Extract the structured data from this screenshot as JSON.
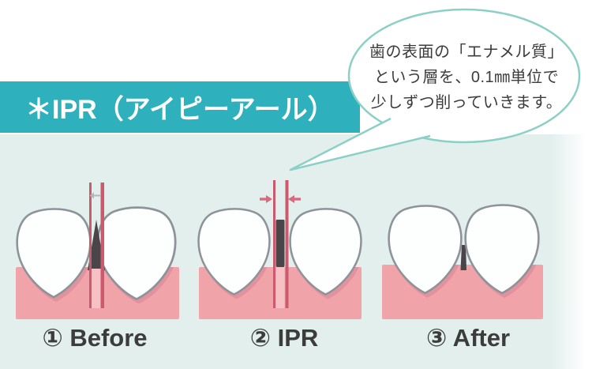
{
  "header": {
    "title": "＊IPR（アイピーアール）"
  },
  "speech_bubble": {
    "lines": [
      "歯の表面の「エナメル質」",
      "という層を、0.1㎜単位で",
      "少しずつ削っていきます。"
    ]
  },
  "panels": [
    {
      "id": "before",
      "label": "① Before"
    },
    {
      "id": "ipr",
      "label": "② IPR"
    },
    {
      "id": "after",
      "label": "③ After"
    }
  ],
  "colors": {
    "teal": "#2eb1bd",
    "bg_light": "#e2efec",
    "gum": "#f0a3a8",
    "gum_shadow": "#e2929c",
    "gum_light": "#f6c0c4",
    "tooth_fill": "#fdfefe",
    "tooth_stroke": "#8e939a",
    "dark_strip": "#4a4549",
    "red_line": "#cc5a6e",
    "arrow_pink": "#d8697e",
    "arrow_gray": "#b3b7ba",
    "bubble_border": "#8bd0c7",
    "text_dark": "#3c3c3c"
  }
}
